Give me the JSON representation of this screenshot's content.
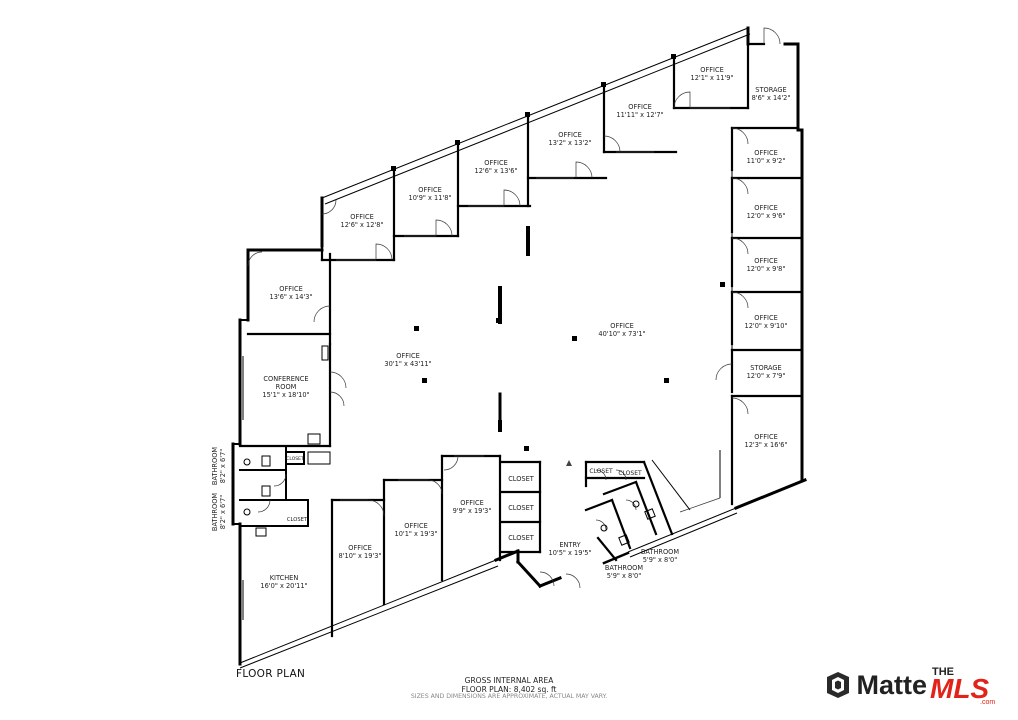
{
  "plan_title": "FLOOR PLAN",
  "area": {
    "title": "GROSS INTERNAL AREA",
    "value": "FLOOR PLAN: 8,402 sq. ft",
    "disclaimer": "SIZES AND DIMENSIONS ARE APPROXIMATE, ACTUAL MAY VARY."
  },
  "brand": {
    "name": "Matte",
    "mls_top": "THE",
    "mls_main": "MLS",
    "mls_sub": ".com",
    "mls_color": "#e2231a",
    "mark_icon": "matterport-cube-icon"
  },
  "rooms": [
    {
      "label": "OFFICE",
      "dims": "12'1\" x 11'9\""
    },
    {
      "label": "STORAGE",
      "dims": "8'6\" x 14'2\""
    },
    {
      "label": "OFFICE",
      "dims": "11'11\" x 12'7\""
    },
    {
      "label": "OFFICE",
      "dims": "13'2\" x 13'2\""
    },
    {
      "label": "OFFICE",
      "dims": "12'6\" x 13'6\""
    },
    {
      "label": "OFFICE",
      "dims": "10'9\" x 11'8\""
    },
    {
      "label": "OFFICE",
      "dims": "12'6\" x 12'8\""
    },
    {
      "label": "OFFICE",
      "dims": "11'0\" x 9'2\""
    },
    {
      "label": "OFFICE",
      "dims": "12'0\" x 9'6\""
    },
    {
      "label": "OFFICE",
      "dims": "12'0\" x 9'8\""
    },
    {
      "label": "OFFICE",
      "dims": "12'0\" x 9'10\""
    },
    {
      "label": "STORAGE",
      "dims": "12'0\" x 7'9\""
    },
    {
      "label": "OFFICE",
      "dims": "12'3\" x 16'6\""
    },
    {
      "label": "OFFICE",
      "dims": "13'6\" x 14'3\""
    },
    {
      "label": "CONFERENCE",
      "label2": "ROOM",
      "dims": "15'1\" x 18'10\""
    },
    {
      "label": "OFFICE",
      "dims": "30'1\" x 43'11\""
    },
    {
      "label": "OFFICE",
      "dims": "40'10\" x 73'1\""
    },
    {
      "label": "KITCHEN",
      "dims": "16'0\" x 20'11\""
    },
    {
      "label": "OFFICE",
      "dims": "8'10\" x 19'3\""
    },
    {
      "label": "OFFICE",
      "dims": "10'1\" x 19'3\""
    },
    {
      "label": "OFFICE",
      "dims": "9'9\" x 19'3\""
    },
    {
      "label": "ENTRY",
      "dims": "10'5\" x 19'5\""
    },
    {
      "label": "BATHROOM",
      "dims": "5'9\" x 8'0\""
    },
    {
      "label": "BATHROOM",
      "dims": "5'9\" x 8'0\""
    },
    {
      "label": "BATHROOM",
      "dims": "8'2\" x 6'7\""
    },
    {
      "label": "BATHROOM",
      "dims": "8'2\" x 6'7\""
    }
  ],
  "small_labels": [
    "CLOSET",
    "CLOSET",
    "CLOSET",
    "CLOSET",
    "CLOSET",
    "CLOSET",
    "CLOSET"
  ]
}
